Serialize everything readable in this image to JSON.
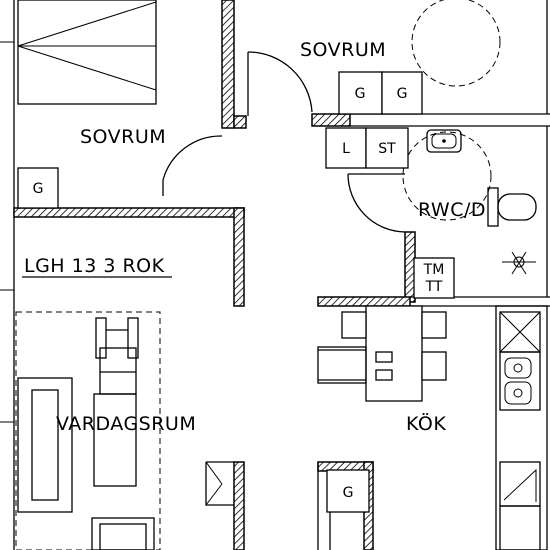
{
  "rooms": {
    "bedroom_top": "SOVRUM",
    "bedroom_left": "SOVRUM",
    "bathroom": "RWC/D",
    "living_room": "VARDAGSRUM",
    "kitchen": "KÖK"
  },
  "apartment_label": "LGH 13  3 ROK",
  "fixtures": {
    "wardrobe_g_1": "G",
    "wardrobe_g_2": "G",
    "wardrobe_g_3": "G",
    "wardrobe_g_4": "G",
    "linen_l": "L",
    "storage_st": "ST",
    "laundry_tm": "TM",
    "laundry_tt": "TT"
  }
}
